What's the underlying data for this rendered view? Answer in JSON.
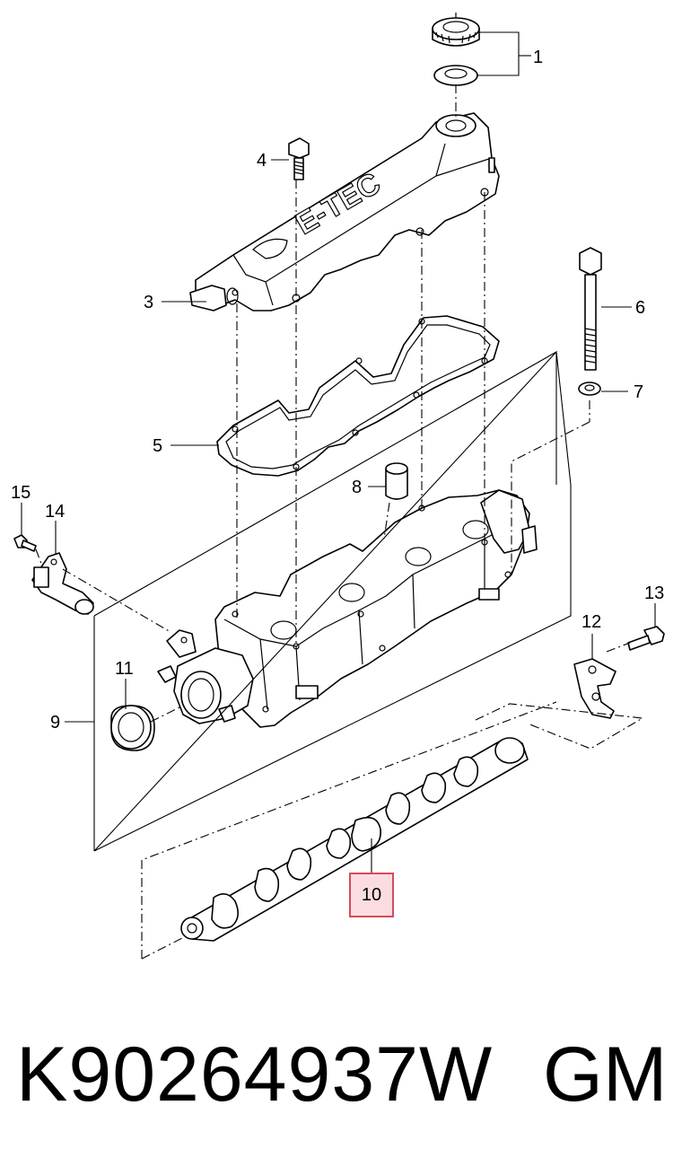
{
  "diagram": {
    "callouts": {
      "c1": "1",
      "c2": "3",
      "c3": "4",
      "c4": "5",
      "c5": "6",
      "c6": "7",
      "c7": "8",
      "c8": "9",
      "c9": "11",
      "c10": "12",
      "c11": "13",
      "c12": "14",
      "c13": "15"
    },
    "cover_lettering": "E-TEC",
    "highlighted_callout": "10",
    "highlight_color": "#fbdde1",
    "highlight_border_color": "#d64a5a"
  },
  "caption": {
    "part_number": "K90264937W",
    "brand": "GM"
  }
}
